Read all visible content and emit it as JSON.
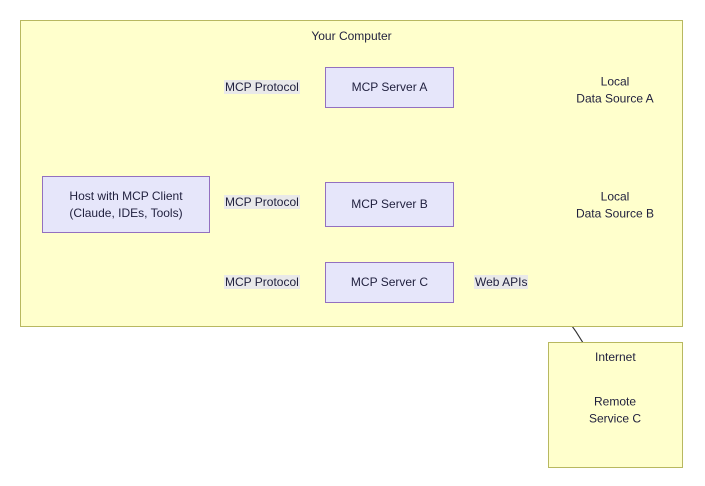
{
  "diagram": {
    "title_hidden": "MCP Architecture Overview",
    "containers": [
      {
        "id": "your-computer",
        "label": "Your Computer"
      },
      {
        "id": "internet",
        "label": "Internet"
      }
    ],
    "nodes": {
      "host": {
        "line1": "Host with MCP Client",
        "line2": "(Claude, IDEs, Tools)"
      },
      "server_a": {
        "label": "MCP Server A"
      },
      "server_b": {
        "label": "MCP Server B"
      },
      "server_c": {
        "label": "MCP Server C"
      },
      "data_source_a": {
        "line1": "Local",
        "line2": "Data Source A"
      },
      "data_source_b": {
        "line1": "Local",
        "line2": "Data Source B"
      },
      "remote_service_c": {
        "line1": "Remote",
        "line2": "Service C"
      }
    },
    "edge_labels": {
      "protocol_a": "MCP Protocol",
      "protocol_b": "MCP Protocol",
      "protocol_c": "MCP Protocol",
      "web_apis": "Web APIs"
    },
    "colors": {
      "container_fill": "#ffffcc",
      "container_border": "#b8b860",
      "node_fill": "#e6e6fa",
      "node_border": "#9370c0",
      "edge_label_bg": "#e9e9e9",
      "text": "#1f1f3d",
      "arrow": "#333333"
    }
  }
}
